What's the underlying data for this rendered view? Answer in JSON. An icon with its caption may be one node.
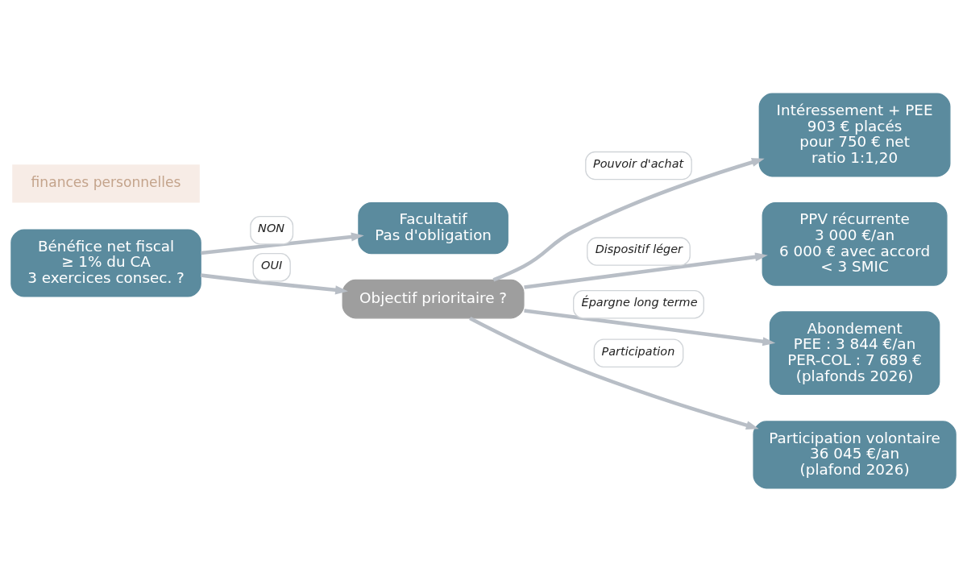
{
  "diagram": {
    "nodes": [
      {
        "text": [
          "Bénéfice net fiscal",
          "≥ 1% du CA",
          "3 exercices consec. ?"
        ]
      },
      {
        "text": [
          "Facultatif",
          "Pas d'obligation"
        ]
      },
      {
        "text": [
          "Objectif prioritaire ?"
        ]
      },
      {
        "text": [
          "Intéressement + PEE",
          "903 € placés",
          "pour 750 € net",
          "ratio 1:1,20"
        ]
      },
      {
        "text": [
          "PPV récurrente",
          "3 000 €/an",
          "6 000 € avec accord",
          "< 3 SMIC"
        ]
      },
      {
        "text": [
          "Abondement",
          "PEE : 3 844 €/an",
          "PER-COL : 7 689 €",
          "(plafonds 2026)"
        ]
      },
      {
        "text": [
          "Participation volontaire",
          "36 045 €/an",
          "(plafond 2026)"
        ]
      }
    ],
    "edges": [
      {
        "from": 0,
        "to": 1,
        "arrow": "to",
        "label": "NON"
      },
      {
        "from": 0,
        "to": 2,
        "arrow": "to",
        "label": "OUI"
      },
      {
        "from": 2,
        "to": 3,
        "arrow": "to",
        "label": "Pouvoir d'achat"
      },
      {
        "from": 2,
        "to": 4,
        "arrow": "to",
        "label": "Dispositif léger"
      },
      {
        "from": 2,
        "to": 5,
        "arrow": "to",
        "label": "Épargne long terme"
      },
      {
        "from": 2,
        "to": 6,
        "arrow": "to",
        "label": "Participation"
      }
    ],
    "labels": [
      "finances personnelles"
    ]
  }
}
